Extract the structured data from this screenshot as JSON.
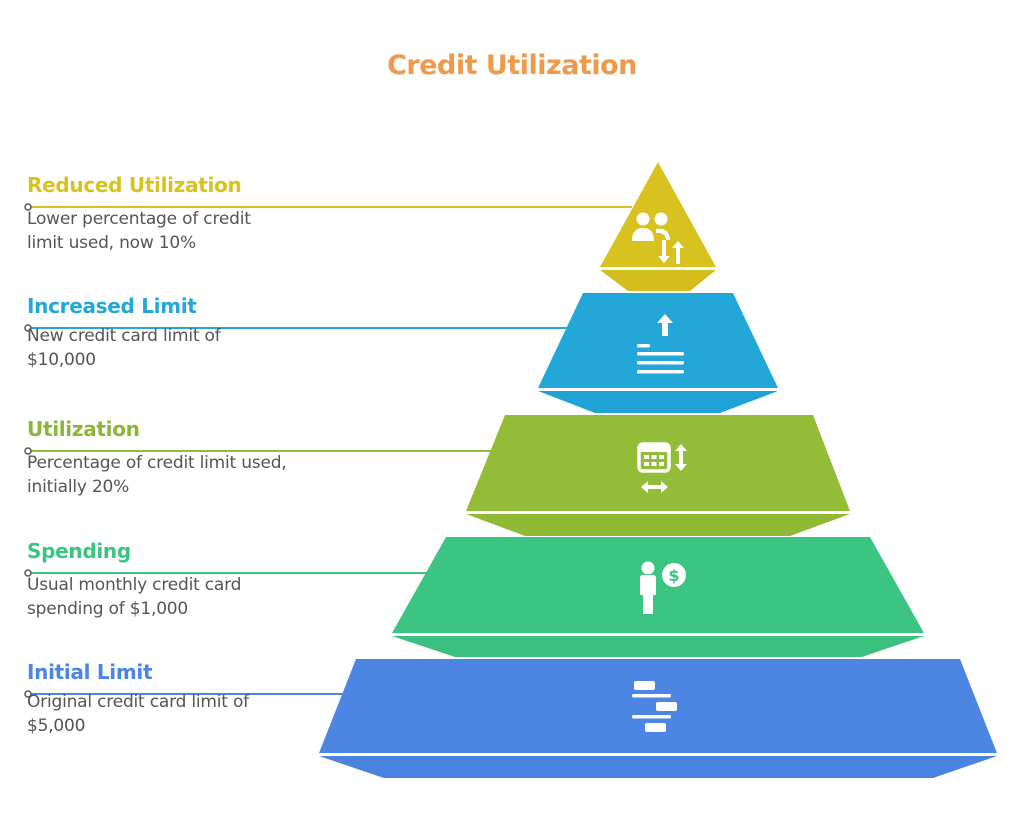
{
  "title": "Credit Utilization",
  "tiers": [
    {
      "name": "Reduced Utilization",
      "description": "Lower percentage of credit limit used, now 10%",
      "color": "#D8C21F",
      "icon": "users-exchange-icon"
    },
    {
      "name": "Increased Limit",
      "description": "New credit card limit of $10,000",
      "color": "#22A7D8",
      "icon": "list-increase-icon"
    },
    {
      "name": "Utilization",
      "description": "Percentage of credit limit used, initially 20%",
      "color": "#93BC38",
      "icon": "table-resize-icon"
    },
    {
      "name": "Spending",
      "description": "Usual monthly credit card spending of $1,000",
      "color": "#3CC483",
      "icon": "person-dollar-icon"
    },
    {
      "name": "Initial Limit",
      "description": "Original credit card limit of $5,000",
      "color": "#4C86E2",
      "icon": "align-center-blocks-icon"
    }
  ]
}
